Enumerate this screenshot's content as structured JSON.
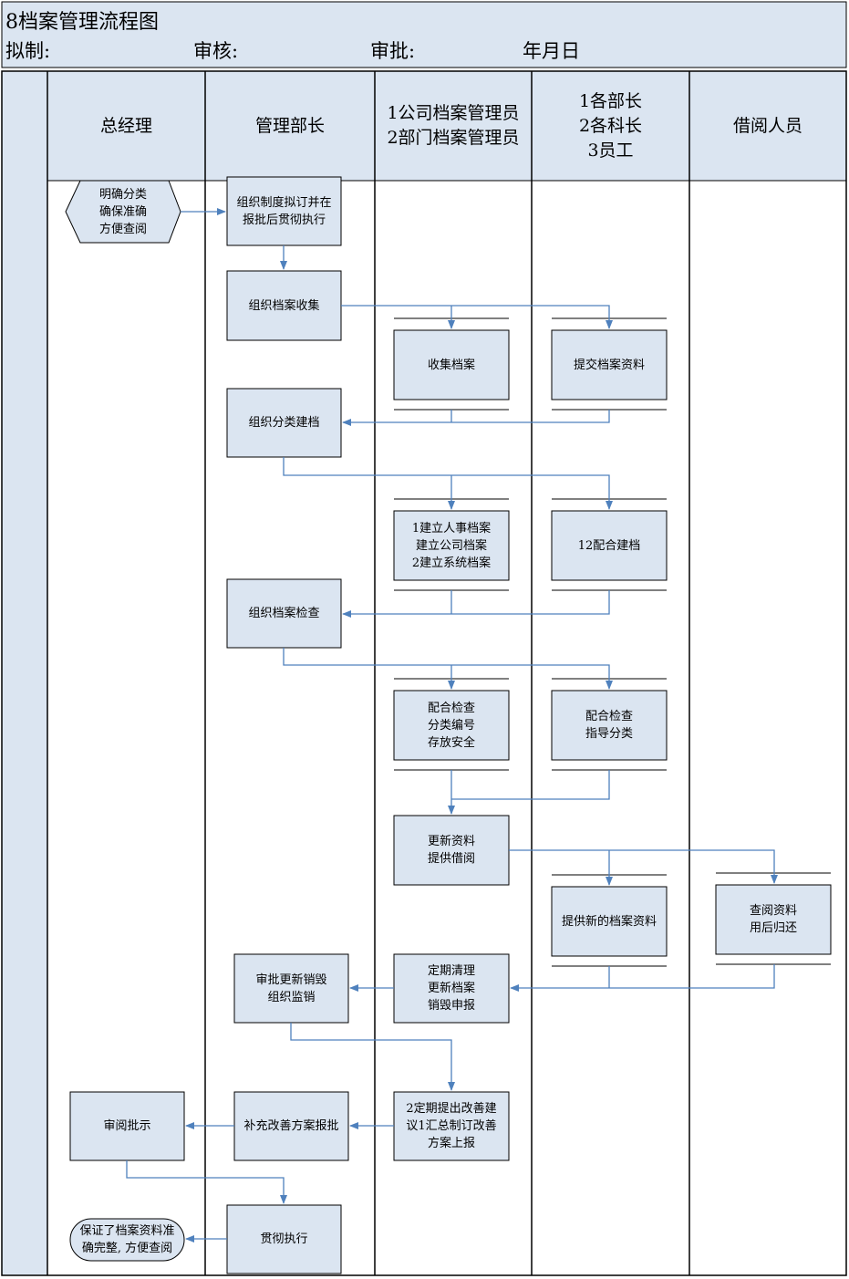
{
  "header": {
    "title": "8档案管理流程图",
    "drafted": "拟制:",
    "reviewed": "审核:",
    "approved": "审批:",
    "date": "年月日"
  },
  "lanes": [
    "总经理",
    "管理部长",
    "1公司档案管理员\n2部门档案管理员",
    "1各部长\n2各科长\n3员工",
    "借阅人员"
  ],
  "nodes": {
    "start": "明确分类\n确保准确\n方便查阅",
    "org_system": "组织制度拟订并在\n报批后贯彻执行",
    "org_collect": "组织档案收集",
    "collect": "收集档案",
    "submit": "提交档案资料",
    "org_classify": "组织分类建档",
    "build": "1建立人事档案\n建立公司档案\n2建立系统档案",
    "cooperate_build": "12配合建档",
    "org_check": "组织档案检查",
    "check_admin": "配合检查\n分类编号\n存放安全",
    "check_dept": "配合检查\n指导分类",
    "update": "更新资料\n提供借阅",
    "new_files": "提供新的档案资料",
    "borrow": "查阅资料\n用后归还",
    "approve_destroy": "审批更新销毁\n组织监销",
    "clean": "定期清理\n更新档案\n销毁申报",
    "review": "审阅批示",
    "supplement": "补充改善方案报批",
    "suggest": "2定期提出改善建\n议1汇总制订改善\n方案上报",
    "end": "保证了档案资料准\n确完整, 方便查阅",
    "execute": "贯彻执行"
  },
  "colors": {
    "header_bg": "#dbe5f1",
    "box_fill": "#dbe5f1",
    "box_border": "#000000",
    "arrow": "#4f81bd",
    "line": "#000000"
  }
}
